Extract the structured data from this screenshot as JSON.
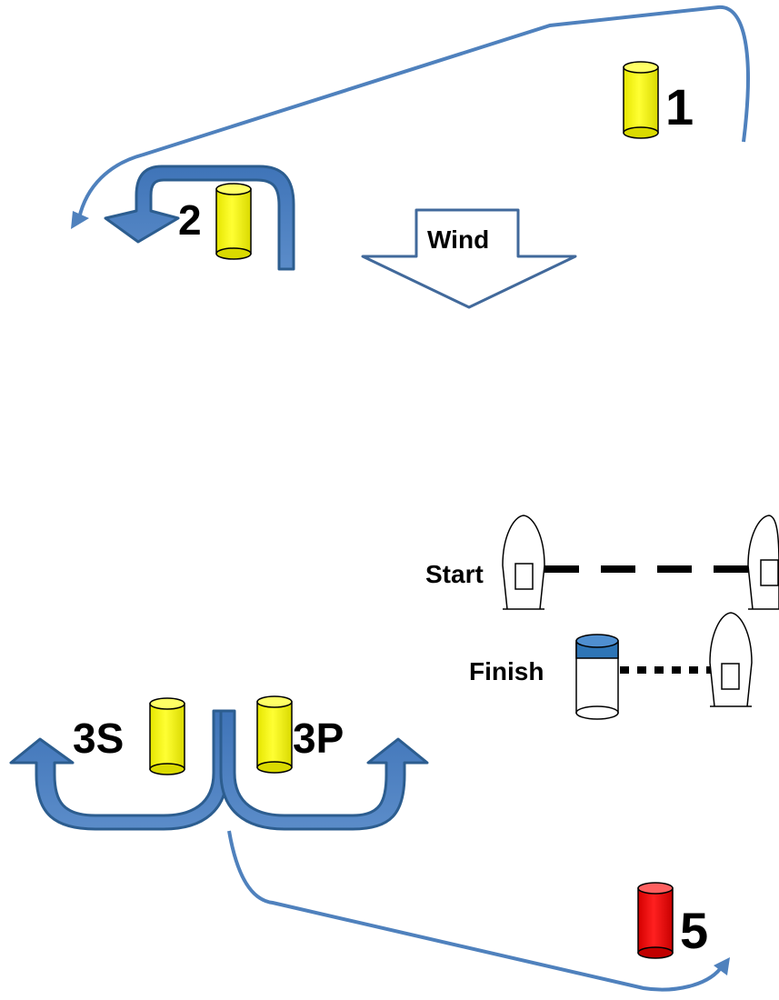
{
  "marks": {
    "mark1": {
      "label": "1"
    },
    "mark2": {
      "label": "2"
    },
    "mark3s": {
      "label": "3S"
    },
    "mark3p": {
      "label": "3P"
    },
    "mark5": {
      "label": "5"
    }
  },
  "wind": {
    "label": "Wind"
  },
  "start": {
    "label": "Start"
  },
  "finish": {
    "label": "Finish"
  },
  "colors": {
    "course_line": "#4f81bd",
    "arrow_fill": "#4a7ebb",
    "arrow_stroke": "#2c5d8f",
    "buoy_yellow": "#ffff00",
    "buoy_red": "#ff0000",
    "finish_cap": "#2e75b6",
    "wind_stroke": "#41699b"
  },
  "icons": [
    "yellow-buoy-icon",
    "red-buoy-icon",
    "finish-buoy-icon",
    "committee-boat-icon",
    "wind-arrow-icon"
  ]
}
